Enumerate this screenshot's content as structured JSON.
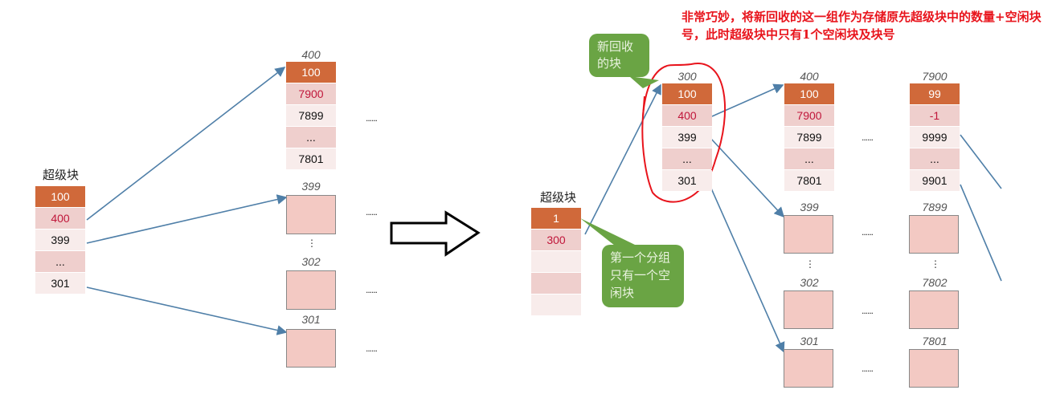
{
  "before": {
    "superblock": {
      "title": "超级块",
      "cells": [
        "100",
        "400",
        "399",
        "...",
        "301"
      ]
    },
    "group_400": {
      "label": "400",
      "cells": [
        "100",
        "7900",
        "7899",
        "...",
        "7801"
      ]
    },
    "block_labels": [
      "399",
      "302",
      "301"
    ],
    "ellipsis": "......",
    "vdots": "⋮"
  },
  "after": {
    "superblock": {
      "title": "超级块",
      "cells": [
        "1",
        "300",
        "",
        "",
        ""
      ]
    },
    "group_300": {
      "label": "300",
      "cells": [
        "100",
        "400",
        "399",
        "...",
        "301"
      ]
    },
    "group_400": {
      "label": "400",
      "cells": [
        "100",
        "7900",
        "7899",
        "...",
        "7801"
      ]
    },
    "group_7900": {
      "label": "7900",
      "cells": [
        "99",
        "-1",
        "9999",
        "...",
        "9901"
      ]
    },
    "col1_labels": [
      "399",
      "302",
      "301"
    ],
    "col2_labels": [
      "7899",
      "7802",
      "7801"
    ],
    "ellipsis": "......",
    "vdots": "⋮"
  },
  "callouts": {
    "new_block": "新回收的块",
    "first_group": "第一个分组只有一个空闲块"
  },
  "note": "非常巧妙，将新回收的这一组作为存储原先超级块中的数量+空闲块号，此时超级块中只有1个空闲块及块号",
  "colors": {
    "dark": "#d0693a",
    "mid": "#efcfcd",
    "light": "#f8eceb",
    "arrow": "#4f7fa8",
    "callout": "#6aa444",
    "note": "#e8141c"
  }
}
